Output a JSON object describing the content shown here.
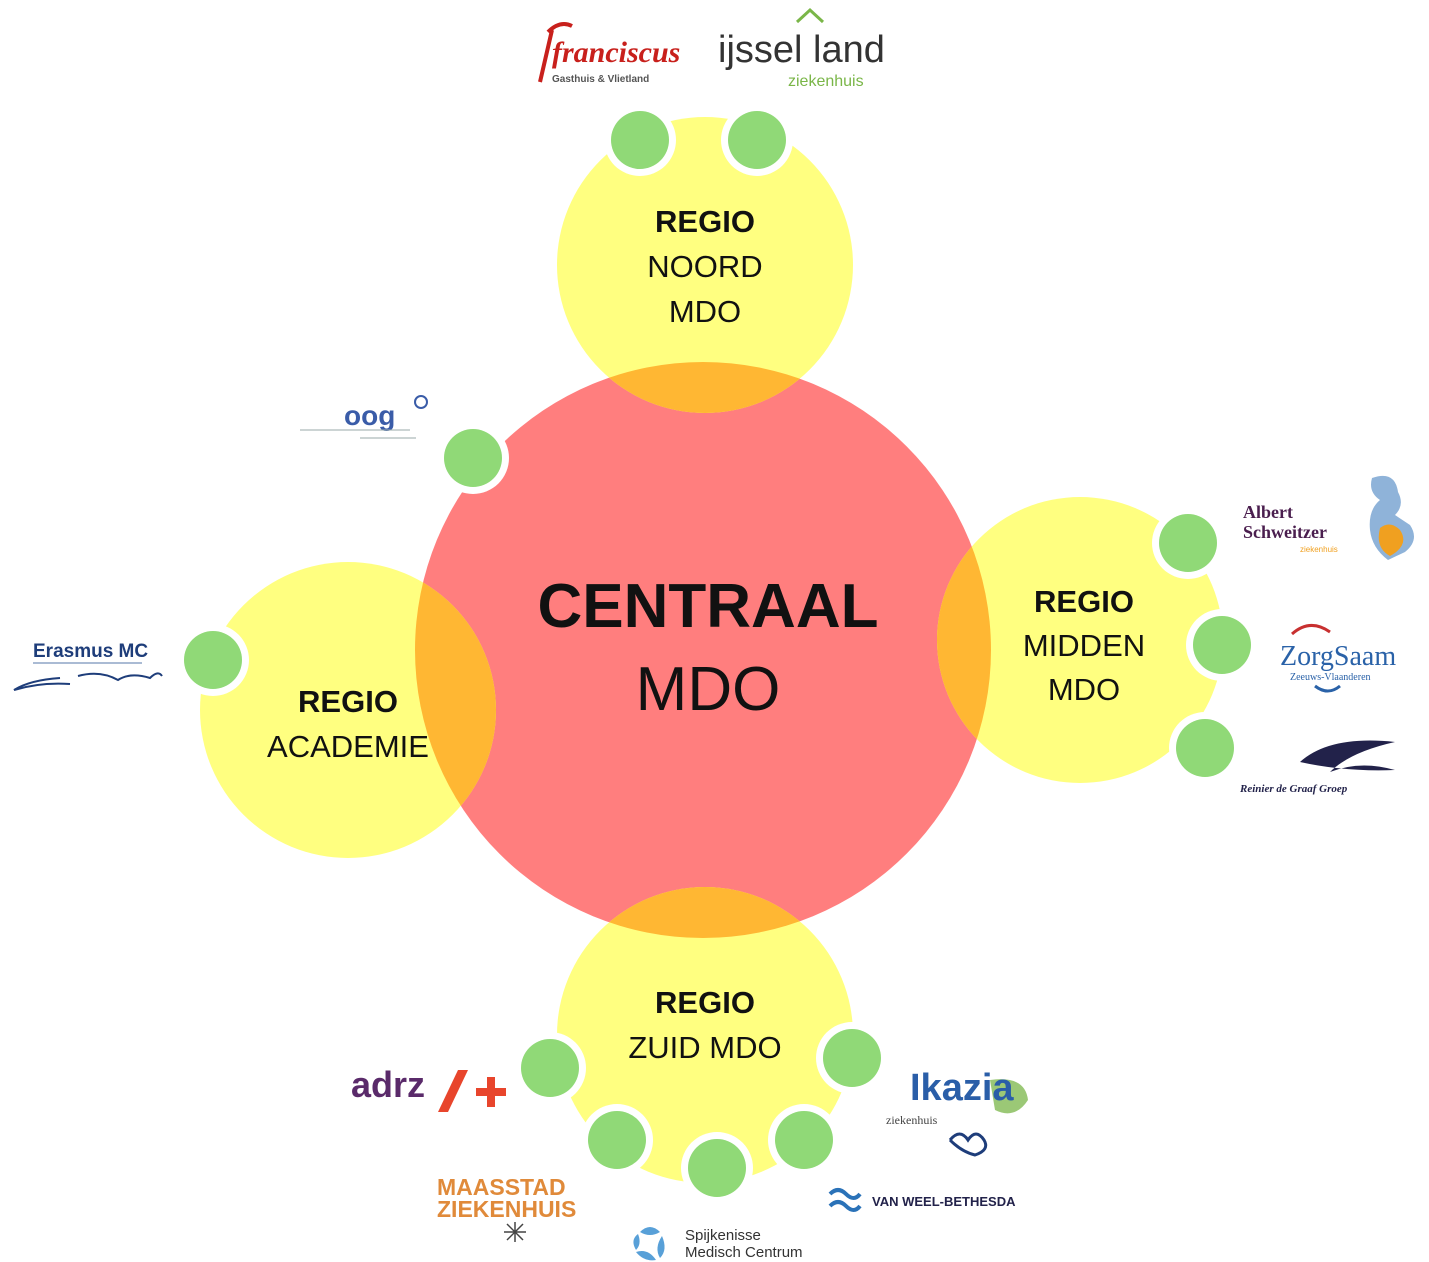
{
  "colors": {
    "central_circle": "#ff7e7e",
    "region_circle": "#ffff80",
    "overlap": "#ffb733",
    "connector_dot": "#90d977",
    "logo_red": "#c8201c",
    "logo_blue": "#2b3f8c",
    "logo_green": "#6aa84f",
    "logo_purple": "#5a2a6a",
    "logo_orange": "#f0a020"
  },
  "central": {
    "line1": "CENTRAAL",
    "line2": "MDO"
  },
  "regions": {
    "noord": {
      "line1": "REGIO",
      "line2": "NOORD",
      "line3": "MDO"
    },
    "midden": {
      "line1": "REGIO",
      "line2": "MIDDEN",
      "line3": "MDO"
    },
    "academie": {
      "line1": "REGIO",
      "line2": "ACADEMIE"
    },
    "zuid": {
      "line1": "REGIO",
      "line2": "ZUID MDO"
    }
  },
  "logos": {
    "franciscus": {
      "name": "franciscus",
      "sub": "Gasthuis & Vlietland",
      "icon": "franciscus-logo"
    },
    "ijsselland": {
      "name": "ijssel land",
      "sub": "ziekenhuis",
      "icon": "ijsselland-logo"
    },
    "oog": {
      "name": "oog",
      "icon": "oogziekenhuis-logo"
    },
    "erasmus": {
      "name": "Erasmus MC",
      "icon": "erasmus-mc-logo"
    },
    "albert": {
      "name1": "Albert",
      "name2": "Schweitzer",
      "sub": "ziekenhuis",
      "icon": "albert-schweitzer-logo"
    },
    "zorgsaam": {
      "name": "ZorgSaam",
      "sub": "Zeeuws-Vlaanderen",
      "icon": "zorgsaam-logo"
    },
    "reinier": {
      "name": "Reinier de Graaf Groep",
      "icon": "reinier-de-graaf-logo"
    },
    "adrz": {
      "name": "adrz",
      "icon": "adrz-logo"
    },
    "ikazia": {
      "name": "Ikazia",
      "sub": "ziekenhuis",
      "icon": "ikazia-logo"
    },
    "maasstad": {
      "name1": "MAASSTAD",
      "name2": "ZIEKENHUIS",
      "icon": "maasstad-logo"
    },
    "spijkenisse": {
      "name1": "Spijkenisse",
      "name2": "Medisch Centrum",
      "icon": "spijkenisse-logo"
    },
    "vanweel": {
      "name": "VAN WEEL-BETHESDA",
      "icon": "van-weel-bethesda-logo"
    }
  }
}
